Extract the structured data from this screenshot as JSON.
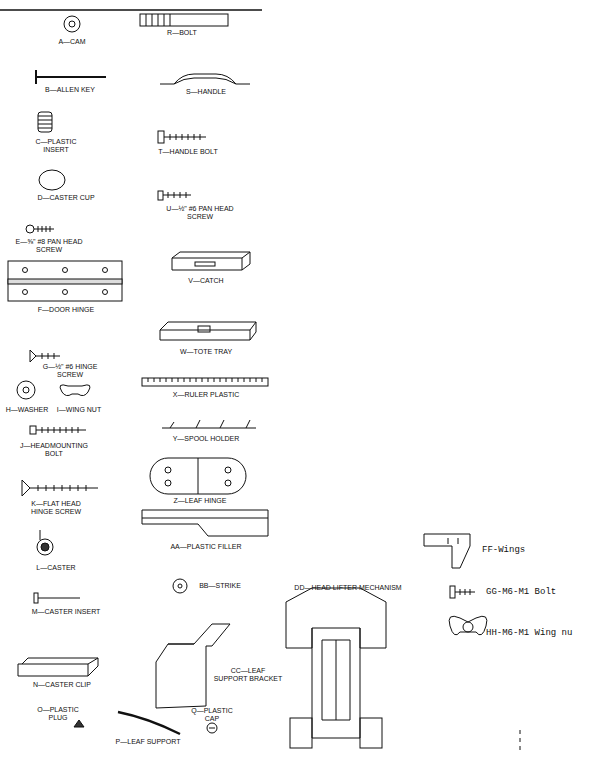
{
  "diagram": {
    "labels": [
      "A—CAM",
      "B—ALLEN KEY",
      "C—PLASTIC INSERT",
      "D—CASTER CUP",
      "E—⅝\" #8 PAN HEAD SCREW",
      "F—DOOR HINGE",
      "G—½\" #6 HINGE SCREW",
      "H—WASHER",
      "I—WING NUT",
      "J—HEADMOUNTING BOLT",
      "K—FLAT HEAD HINGE SCREW",
      "L—CASTER",
      "M—CASTER INSERT",
      "N—CASTER CLIP",
      "O—PLASTIC PLUG",
      "P—LEAF SUPPORT",
      "Q—PLASTIC CAP",
      "R—BOLT",
      "S—HANDLE",
      "T—HANDLE BOLT",
      "U—½\" #6 PAN HEAD SCREW",
      "V—CATCH",
      "W—TOTE TRAY",
      "X—RULER PLASTIC",
      "Y—SPOOL HOLDER",
      "Z—LEAF HINGE",
      "AA—PLASTIC FILLER",
      "BB—STRIKE",
      "CC—LEAF SUPPORT BRACKET",
      "DD—HEAD LIFTER MECHANISM",
      "FF-Wings",
      "GG-M6-M1 Bolt",
      "HH-M6-M1 Wing nu"
    ]
  }
}
